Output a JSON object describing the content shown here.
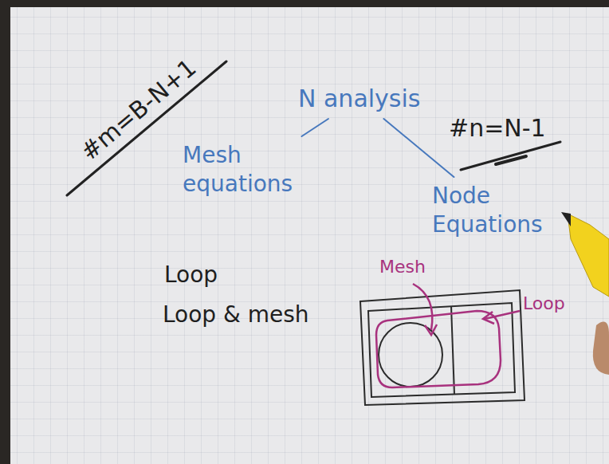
{
  "diagram": {
    "nodes": [
      {
        "text": [
          "N analysis"
        ]
      },
      {
        "text": [
          "Mesh equations"
        ]
      },
      {
        "text": [
          "Node Equations"
        ]
      }
    ],
    "edges": [
      {
        "from": 0,
        "to": 1,
        "arrow": "none"
      },
      {
        "from": 0,
        "to": 2,
        "arrow": "none"
      }
    ],
    "labels": [
      "#m=B-N+1",
      "#n=N-1",
      "Loop",
      "Loop & mesh",
      "Mesh",
      "Loop"
    ]
  }
}
